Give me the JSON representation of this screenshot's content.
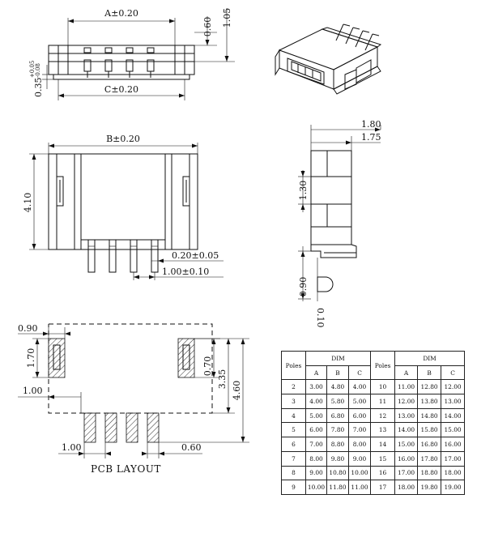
{
  "drawing": {
    "top_view": {
      "dim_a": "A±0.20",
      "dim_c": "C±0.20",
      "dim_060": "0.60",
      "dim_105": "1.05",
      "tol_main": "0.35",
      "tol_plus": "+0.05",
      "tol_minus": "-0.08"
    },
    "front_view": {
      "dim_b": "B±0.20",
      "dim_410": "4.10",
      "dim_pin_width": "0.20±0.05",
      "dim_pitch": "1.00±0.10"
    },
    "side_view": {
      "dim_180": "1.80",
      "dim_175": "1.75",
      "dim_130": "1.30",
      "dim_090": "0.90",
      "dim_010": "0.10"
    },
    "pcb_layout": {
      "title": "PCB LAYOUT",
      "dim_090": "0.90",
      "dim_170": "1.70",
      "dim_100_left": "1.00",
      "dim_100_bottom": "1.00",
      "dim_060": "0.60",
      "dim_070": "0.70",
      "dim_335": "3.35",
      "dim_460": "4.60"
    }
  },
  "dim_table": {
    "poles_header": "Poles",
    "dim_header": "DIM",
    "col_a": "A",
    "col_b": "B",
    "col_c": "C",
    "rows": [
      {
        "p1": "2",
        "a1": "3.00",
        "b1": "4.80",
        "c1": "4.00",
        "p2": "10",
        "a2": "11.00",
        "b2": "12.80",
        "c2": "12.00"
      },
      {
        "p1": "3",
        "a1": "4.00",
        "b1": "5.80",
        "c1": "5.00",
        "p2": "11",
        "a2": "12.00",
        "b2": "13.80",
        "c2": "13.00"
      },
      {
        "p1": "4",
        "a1": "5.00",
        "b1": "6.80",
        "c1": "6.00",
        "p2": "12",
        "a2": "13.00",
        "b2": "14.80",
        "c2": "14.00"
      },
      {
        "p1": "5",
        "a1": "6.00",
        "b1": "7.80",
        "c1": "7.00",
        "p2": "13",
        "a2": "14.00",
        "b2": "15.80",
        "c2": "15.00"
      },
      {
        "p1": "6",
        "a1": "7.00",
        "b1": "8.80",
        "c1": "8.00",
        "p2": "14",
        "a2": "15.00",
        "b2": "16.80",
        "c2": "16.00"
      },
      {
        "p1": "7",
        "a1": "8.00",
        "b1": "9.80",
        "c1": "9.00",
        "p2": "15",
        "a2": "16.00",
        "b2": "17.80",
        "c2": "17.00"
      },
      {
        "p1": "8",
        "a1": "9.00",
        "b1": "10.80",
        "c1": "10.00",
        "p2": "16",
        "a2": "17.00",
        "b2": "18.80",
        "c2": "18.00"
      },
      {
        "p1": "9",
        "a1": "10.00",
        "b1": "11.80",
        "c1": "11.00",
        "p2": "17",
        "a2": "18.00",
        "b2": "19.80",
        "c2": "19.00"
      }
    ]
  }
}
